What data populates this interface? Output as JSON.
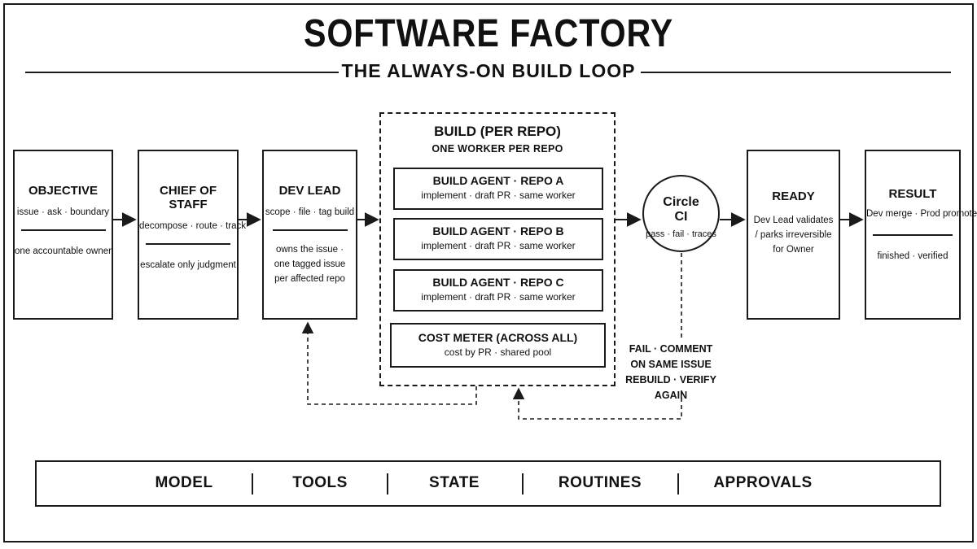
{
  "header": {
    "title": "SOFTWARE FACTORY",
    "subtitle": "THE ALWAYS-ON BUILD LOOP"
  },
  "stages": {
    "objective": {
      "title": "OBJECTIVE",
      "detail": "issue · ask · boundary",
      "note": "one accountable owner"
    },
    "chief_of_staff": {
      "title": "CHIEF OF STAFF",
      "detail": "decompose · route · track",
      "note": "escalate only judgment"
    },
    "dev_lead": {
      "title": "DEV LEAD",
      "detail": "scope · file · tag build",
      "note": "owns the issue · one tagged issue per affected repo"
    },
    "ready": {
      "title": "READY",
      "detail": "Dev Lead validates / parks irreversible for Owner"
    },
    "result": {
      "title": "RESULT",
      "detail": "Dev merge · Prod promote",
      "note": "finished · verified"
    }
  },
  "build": {
    "title": "BUILD (PER REPO)",
    "subtitle": "ONE WORKER PER REPO",
    "agents": [
      {
        "title": "BUILD AGENT · REPO A",
        "detail": "implement · draft PR · same worker"
      },
      {
        "title": "BUILD AGENT · REPO B",
        "detail": "implement · draft PR · same worker"
      },
      {
        "title": "BUILD AGENT · REPO C",
        "detail": "implement · draft PR · same worker"
      }
    ],
    "cost_meter": {
      "title": "COST METER (ACROSS ALL)",
      "detail": "cost by PR · shared pool"
    }
  },
  "ci": {
    "title_line1": "Circle",
    "title_line2": "CI",
    "detail": "pass · fail · traces"
  },
  "fail_loop": {
    "line1": "FAIL · COMMENT",
    "line2": "ON SAME ISSUE",
    "line3": "REBUILD · VERIFY AGAIN"
  },
  "foundation": {
    "items": [
      "MODEL",
      "TOOLS",
      "STATE",
      "ROUTINES",
      "APPROVALS"
    ]
  }
}
